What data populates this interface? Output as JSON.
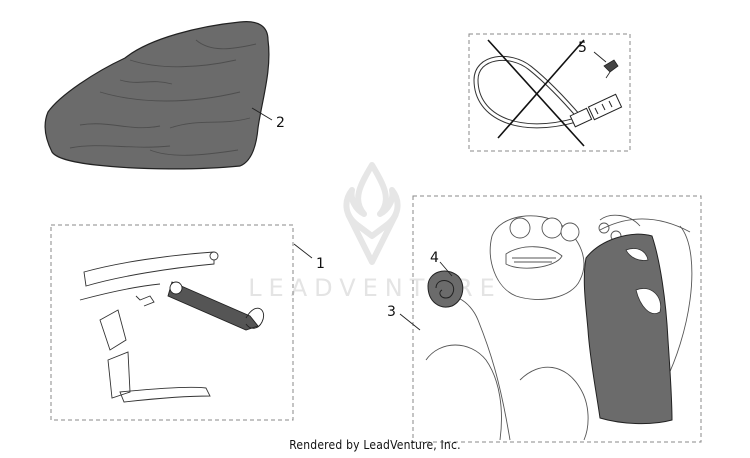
{
  "callouts": [
    {
      "label": "1"
    },
    {
      "label": "2"
    },
    {
      "label": "3"
    },
    {
      "label": "4"
    },
    {
      "label": "5"
    }
  ],
  "watermark": {
    "brand": "LEADVENTURE"
  },
  "footer": {
    "credit": "Rendered by LeadVenture, Inc."
  },
  "colors": {
    "cover_fill": "#6b6b6b",
    "line": "#222222",
    "dashed_box": "#888888",
    "watermark": "#e4e4e4"
  }
}
